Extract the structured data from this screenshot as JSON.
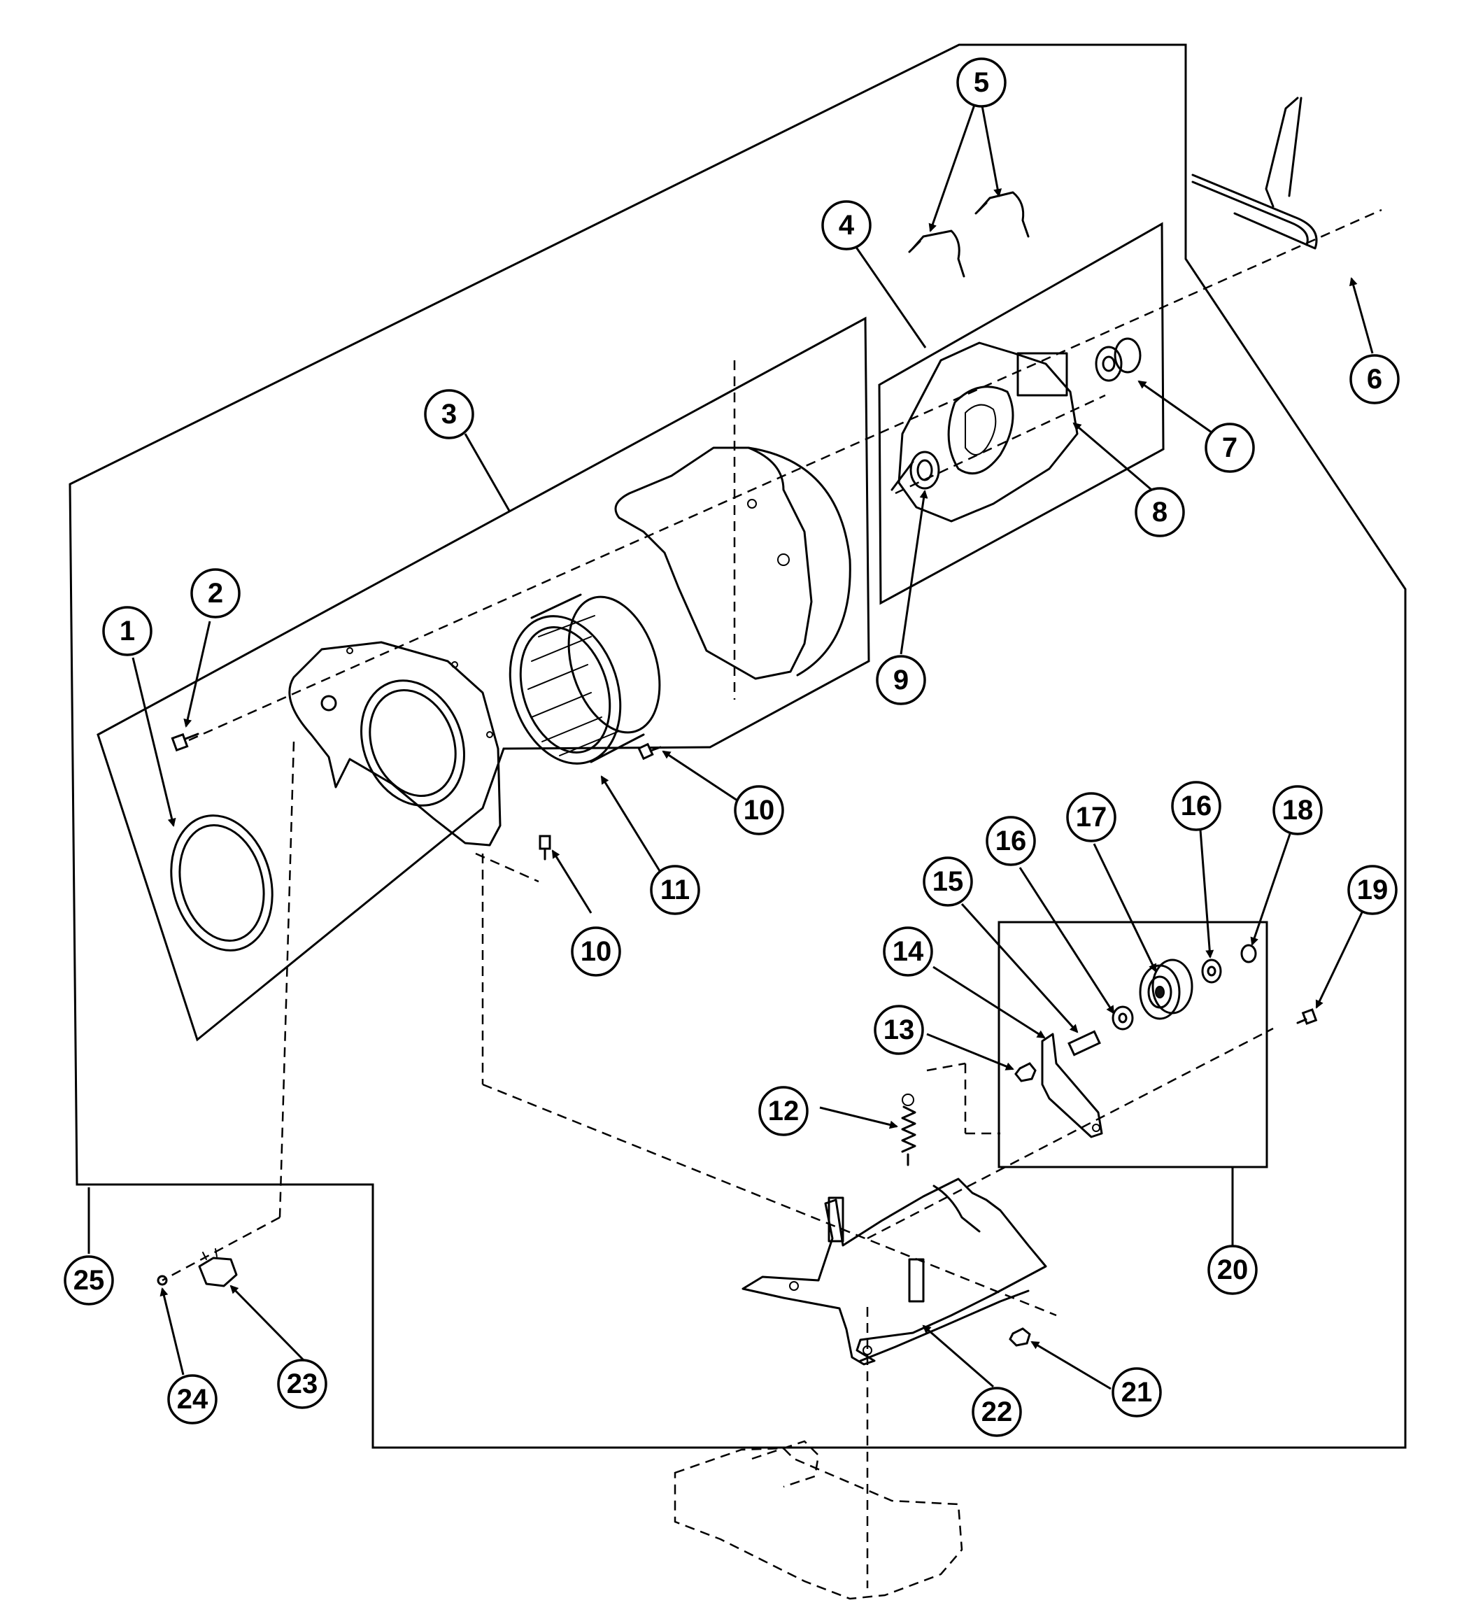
{
  "callouts": {
    "c1": "1",
    "c2": "2",
    "c3": "3",
    "c4": "4",
    "c5": "5",
    "c6": "6",
    "c7": "7",
    "c8": "8",
    "c9": "9",
    "c10a": "10",
    "c10b": "10",
    "c11": "11",
    "c12": "12",
    "c13": "13",
    "c14": "14",
    "c15": "15",
    "c16a": "16",
    "c16b": "16",
    "c17": "17",
    "c18": "18",
    "c19": "19",
    "c20": "20",
    "c21": "21",
    "c22": "22",
    "c23": "23",
    "c24": "24",
    "c25": "25"
  },
  "colors": {
    "line": "#000000",
    "background": "#ffffff"
  }
}
